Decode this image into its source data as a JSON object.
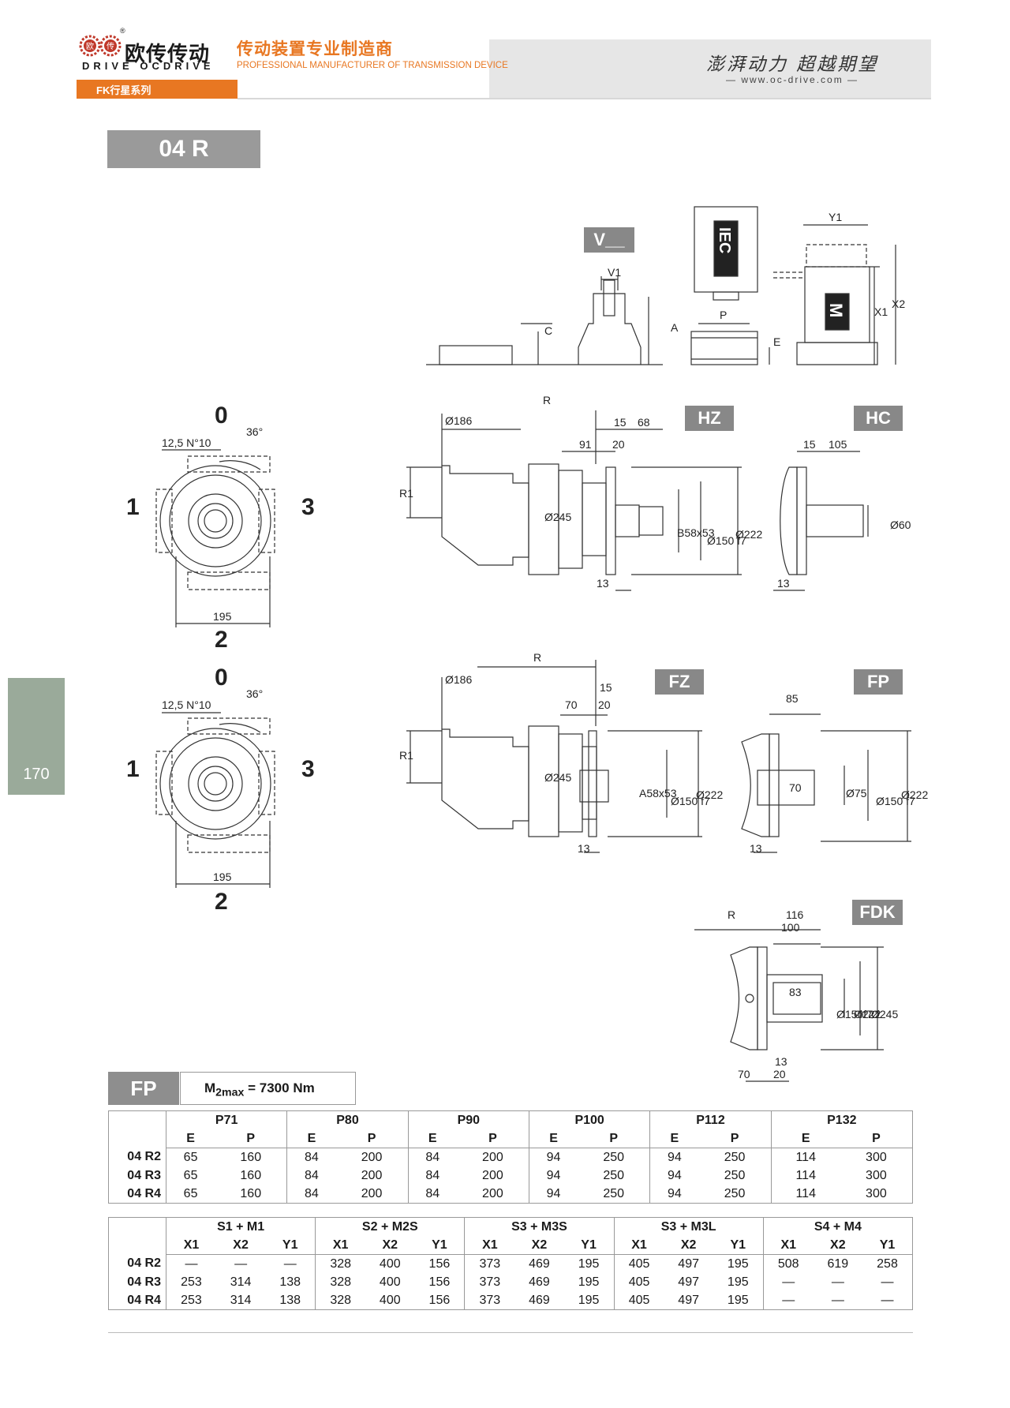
{
  "header": {
    "brand_cn": "欧传传动",
    "brand_en": "DRIVE OCDRIVE",
    "reg_mark": "®",
    "badge_chars": [
      "欧",
      "传"
    ],
    "tagline_cn": "传动装置专业制造商",
    "tagline_en": "PROFESSIONAL MANUFACTURER OF TRANSMISSION DEVICE",
    "slogan": "澎湃动力 超越期望",
    "website": "www.oc-drive.com",
    "series": "FK行星系列",
    "accent_color": "#e87722"
  },
  "model": "04 R",
  "page_number": "170",
  "drawings": {
    "labels": {
      "v": "V__",
      "iec": "IEC",
      "m": "M",
      "hz": "HZ",
      "hc": "HC",
      "fz": "FZ",
      "fp": "FP",
      "fdk": "FDK"
    },
    "positions": [
      "0",
      "1",
      "2",
      "3"
    ],
    "dims": {
      "bolt": "12,5 N°10",
      "angle": "36°",
      "width": "195",
      "d186": "Ø186",
      "R": "R",
      "R1": "R1",
      "v1": "V1",
      "c": "C",
      "a": "A",
      "p": "P",
      "e": "E",
      "y1": "Y1",
      "x1": "X1",
      "x2": "X2",
      "hz_15": "15",
      "hz_68": "68",
      "hz_91": "91",
      "hz_20": "20",
      "hz_13": "13",
      "d245": "Ø245",
      "b58": "B58x53",
      "d150": "Ø150 f7",
      "d222": "Ø222",
      "hc_15": "15",
      "hc_105": "105",
      "hc_13": "13",
      "d60": "Ø60",
      "fz_15": "15",
      "fz_70": "70",
      "fz_20": "20",
      "fz_13": "13",
      "a58": "A58x53",
      "fp_85": "85",
      "fp_70": "70",
      "fp_13": "13",
      "d75": "Ø75",
      "fdk_116": "116",
      "fdk_100": "100",
      "fdk_83": "83",
      "fdk_13": "13",
      "fdk_70": "70",
      "fdk_20": "20",
      "fdk_d150": "Ø150f7",
      "fdk_d222": "Ø222",
      "fdk_d245": "Ø245"
    }
  },
  "spec": {
    "label": "FP",
    "torque_prefix": "M",
    "torque_sub": "2max",
    "torque_value": "= 7300 Nm"
  },
  "table1": {
    "groups": [
      "P71",
      "P80",
      "P90",
      "P100",
      "P112",
      "P132"
    ],
    "sub": [
      "E",
      "P"
    ],
    "rows": [
      {
        "label": "04 R2",
        "values": [
          "65",
          "160",
          "84",
          "200",
          "84",
          "200",
          "94",
          "250",
          "94",
          "250",
          "114",
          "300"
        ]
      },
      {
        "label": "04 R3",
        "values": [
          "65",
          "160",
          "84",
          "200",
          "84",
          "200",
          "94",
          "250",
          "94",
          "250",
          "114",
          "300"
        ]
      },
      {
        "label": "04 R4",
        "values": [
          "65",
          "160",
          "84",
          "200",
          "84",
          "200",
          "94",
          "250",
          "94",
          "250",
          "114",
          "300"
        ]
      }
    ]
  },
  "table2": {
    "groups": [
      "S1 + M1",
      "S2 + M2S",
      "S3 + M3S",
      "S3 + M3L",
      "S4 + M4"
    ],
    "sub": [
      "X1",
      "X2",
      "Y1"
    ],
    "rows": [
      {
        "label": "04 R2",
        "values": [
          "—",
          "—",
          "—",
          "328",
          "400",
          "156",
          "373",
          "469",
          "195",
          "405",
          "497",
          "195",
          "508",
          "619",
          "258"
        ]
      },
      {
        "label": "04 R3",
        "values": [
          "253",
          "314",
          "138",
          "328",
          "400",
          "156",
          "373",
          "469",
          "195",
          "405",
          "497",
          "195",
          "—",
          "—",
          "—"
        ]
      },
      {
        "label": "04 R4",
        "values": [
          "253",
          "314",
          "138",
          "328",
          "400",
          "156",
          "373",
          "469",
          "195",
          "405",
          "497",
          "195",
          "—",
          "—",
          "—"
        ]
      }
    ]
  }
}
